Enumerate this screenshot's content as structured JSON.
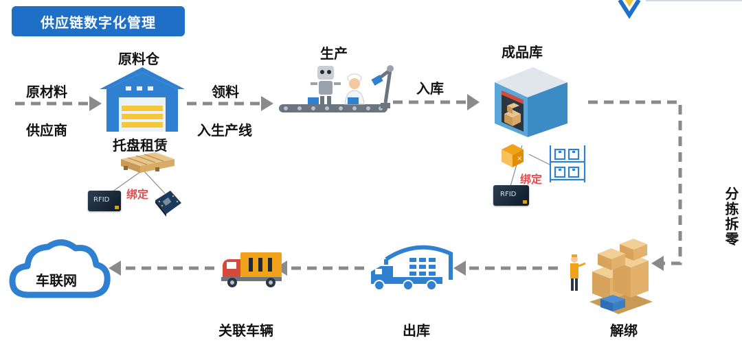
{
  "header": {
    "title": "供应链数字化管理"
  },
  "nodes": {
    "raw_warehouse": "原料仓",
    "raw_material": "原材料",
    "supplier": "供应商",
    "pallet_rental": "托盘租赁",
    "bind_1": "绑定",
    "picking": "领料",
    "into_line": "入生产线",
    "production": "生产",
    "warehousing": "入库",
    "finished_warehouse": "成品库",
    "bind_2": "绑定",
    "sorting": "分拣拆零",
    "unbind": "解绑",
    "outbound": "出库",
    "linked_vehicle": "关联车辆",
    "iov": "车联网"
  },
  "icons": {
    "rfid_1": "RFID",
    "rfid_2": "RFID"
  },
  "colors": {
    "brand_blue": "#1f6fc7",
    "icon_blue": "#2f80d1",
    "warehouse_yellow": "#f5c83a",
    "dash_gray": "#8a8a8a",
    "bind_red": "#e84b4b",
    "truck_orange": "#f0a21b",
    "box_tan": "#e4b16c"
  }
}
